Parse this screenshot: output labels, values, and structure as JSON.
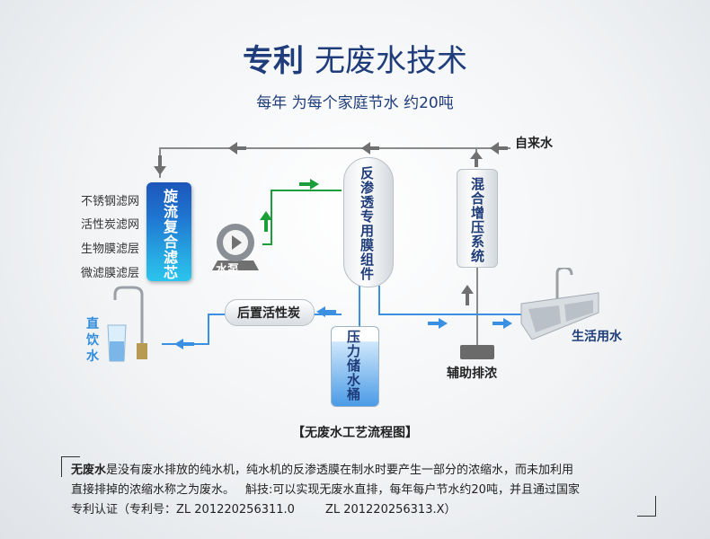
{
  "header": {
    "title_bold": "专利",
    "title_rest": "无废水技术",
    "subtitle": "每年 为每个家庭节水 约20吨"
  },
  "diagram": {
    "filter_layers": [
      "不锈钢滤网",
      "活性炭滤网",
      "生物膜滤层",
      "微滤膜滤层"
    ],
    "filter_core": "旋流复合滤芯",
    "pump": "水泵",
    "ro_membrane": "反渗透专用膜组件",
    "booster": "混合增压系统",
    "storage_tank": "压力储水桶",
    "post_carbon": "后置活性炭",
    "tap_water": "自来水",
    "drain": "辅助排浓",
    "domestic_water": "生活用水",
    "drinking_water": "直饮水",
    "colors": {
      "flow_gray": "#707070",
      "flow_green": "#1a9e3a",
      "flow_blue": "#3a8fe0",
      "title_blue": "#1f3d7a"
    }
  },
  "caption": "【无废水工艺流程图】",
  "note": {
    "term": "无废水",
    "line1": "是没有废水排放的纯水机，纯水机的反渗透膜在制水时要产生一部分的浓缩水，而未加利用",
    "line2a": "直接排掉的浓缩水称之为废水。",
    "tech_label": "斛技",
    "line2b": ":可以实现无废水直排，每年每户节水约20吨，并且通过国家",
    "line3a": "专利认证（专利号：ZL 201220256311.0",
    "line3b": "ZL 201220256313.X）"
  }
}
